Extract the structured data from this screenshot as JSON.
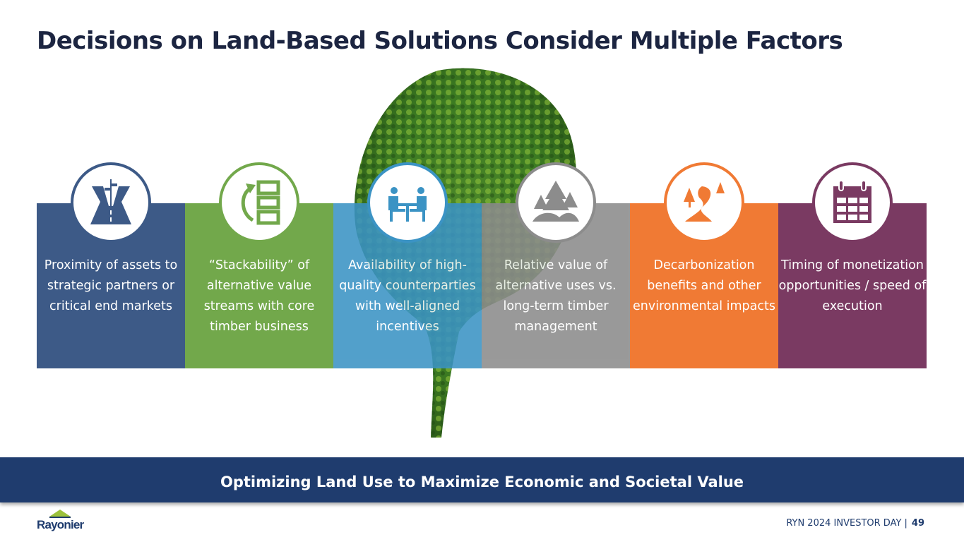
{
  "title": "Decisions on Land-Based Solutions Consider Multiple Factors",
  "factors": [
    {
      "text": "Proximity of assets to strategic partners or critical end markets",
      "icon": "road-signpost-icon",
      "color": "#3d5a87"
    },
    {
      "text": "“Stackability” of alternative value streams with core timber business",
      "icon": "stack-arrow-icon",
      "color": "#72a84b"
    },
    {
      "text": "Availability of high-quality counterparties with well-aligned incentives",
      "icon": "meeting-table-icon",
      "color": "#3b93c4"
    },
    {
      "text": "Relative value of alternative uses vs. long-term timber management",
      "icon": "forest-hills-icon",
      "color": "#8c8c8c"
    },
    {
      "text": "Decarbonization benefits and other environmental impacts",
      "icon": "river-trees-icon",
      "color": "#f07a34"
    },
    {
      "text": "Timing of monetization opportunities / speed of execution",
      "icon": "calendar-icon",
      "color": "#7a3a62"
    }
  ],
  "banner": "Optimizing Land Use to Maximize Economic and Societal Value",
  "logo": "Rayonier",
  "footer": {
    "event": "RYN 2024 INVESTOR DAY  |",
    "page": "49"
  }
}
